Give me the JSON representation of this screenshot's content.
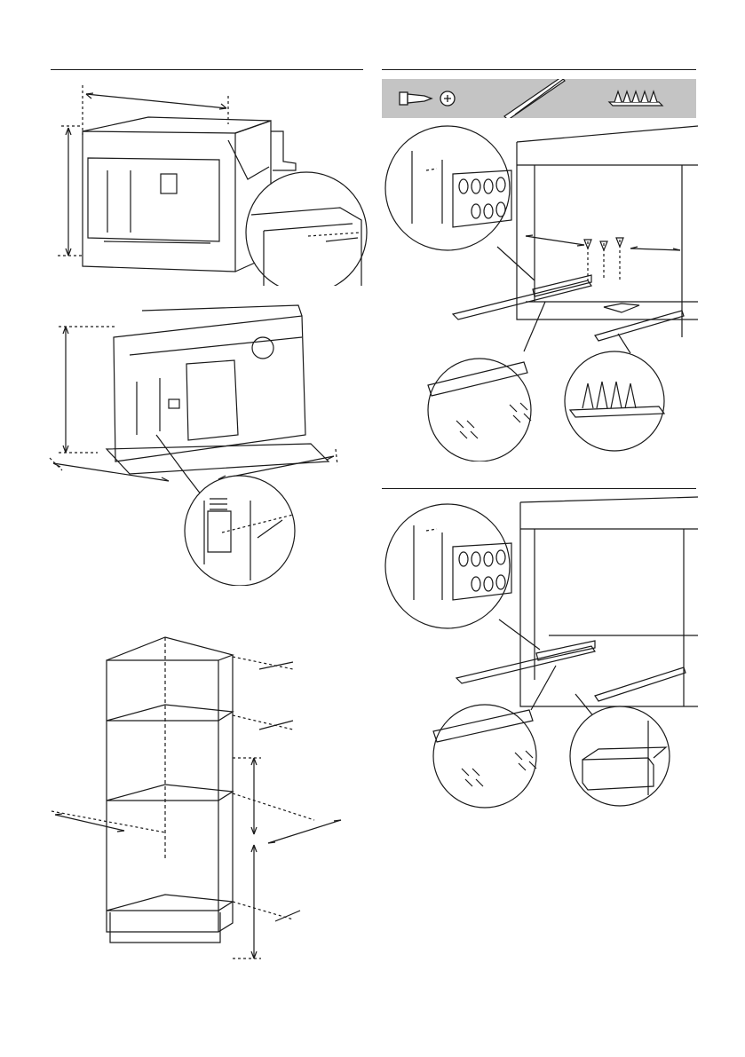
{
  "page": {
    "title": "",
    "language_neutral": true
  },
  "sections": [
    {
      "id": "appliance-dimensions-front",
      "label": ""
    },
    {
      "id": "appliance-dimensions-rear",
      "label": ""
    },
    {
      "id": "cabinet-dimensions",
      "label": ""
    },
    {
      "id": "rail-mounting-with-clip",
      "label": ""
    },
    {
      "id": "rail-mounting-with-drawer",
      "label": ""
    }
  ],
  "parts_bar": {
    "items": [
      {
        "icon": "screw-icon"
      },
      {
        "icon": "phillips-head-icon"
      },
      {
        "icon": "telescopic-rail-icon"
      },
      {
        "icon": "cable-clip-icon"
      }
    ]
  },
  "colors": {
    "line": "#1a1a1a",
    "parts_bar_bg": "#c4c4c4",
    "paper": "#ffffff"
  }
}
